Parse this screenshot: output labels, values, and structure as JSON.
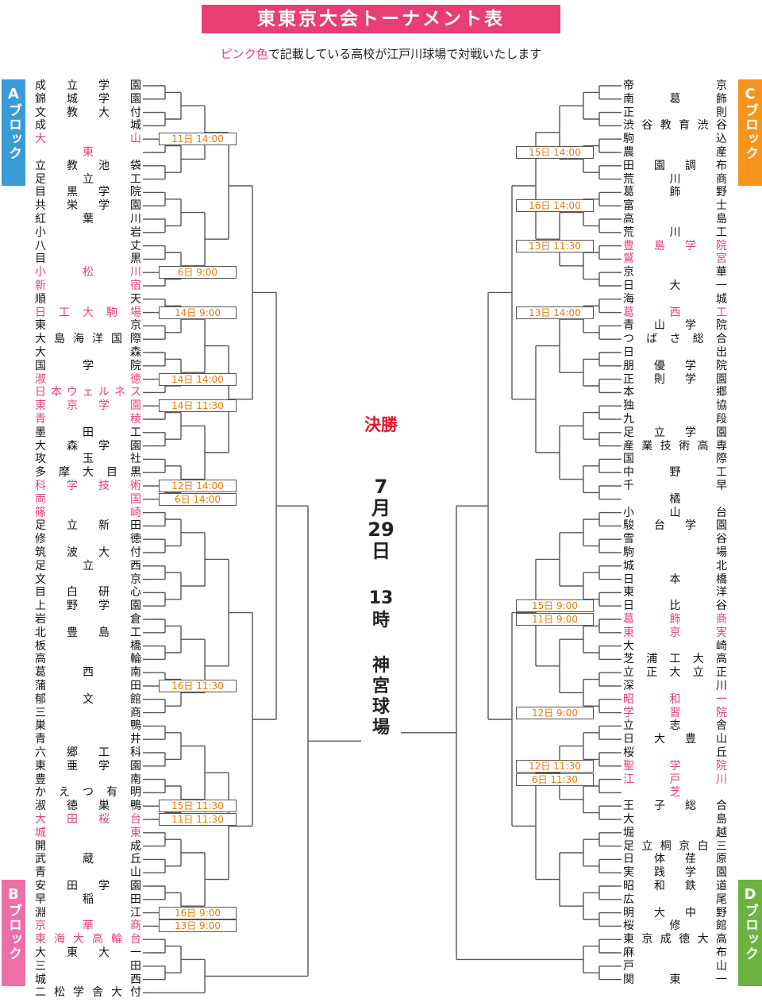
{
  "header": {
    "title": "東東京大会トーナメント表",
    "subtitle_pink": "ピンク色",
    "subtitle_rest": "で記載している高校が江戸川球場で対戦いたします"
  },
  "blocks": {
    "A": {
      "letter": "A",
      "word": "ブロック"
    },
    "B": {
      "letter": "B",
      "word": "ブロック"
    },
    "C": {
      "letter": "C",
      "word": "ブロック"
    },
    "D": {
      "letter": "D",
      "word": "ブロック"
    }
  },
  "final": {
    "label": "決勝",
    "date": [
      "7",
      "月",
      "29",
      "日"
    ],
    "time": [
      "13",
      "時"
    ],
    "venue": [
      "神",
      "宮",
      "球",
      "場"
    ]
  },
  "colors": {
    "accent": "#e83e73",
    "time": "#f07800",
    "blockA": "#3a9bd9",
    "blockB": "#ee6fa8",
    "blockC": "#f7941d",
    "blockD": "#6db33f"
  },
  "left_teams": [
    {
      "name": "成立学園",
      "pink": false
    },
    {
      "name": "錦城学園",
      "pink": false
    },
    {
      "name": "文教大付",
      "pink": false
    },
    {
      "name": "成城",
      "pink": false
    },
    {
      "name": "大山",
      "pink": true
    },
    {
      "name": "東",
      "pink": true
    },
    {
      "name": "立教池袋",
      "pink": false
    },
    {
      "name": "足立工",
      "pink": false
    },
    {
      "name": "目黒学院",
      "pink": false
    },
    {
      "name": "共栄学園",
      "pink": false
    },
    {
      "name": "紅葉川",
      "pink": false
    },
    {
      "name": "小岩",
      "pink": false
    },
    {
      "name": "八丈",
      "pink": false
    },
    {
      "name": "目黒",
      "pink": false
    },
    {
      "name": "小松川",
      "pink": true
    },
    {
      "name": "新宿",
      "pink": true
    },
    {
      "name": "順天",
      "pink": false
    },
    {
      "name": "日工大駒場",
      "pink": true
    },
    {
      "name": "東京",
      "pink": false
    },
    {
      "name": "大島海洋国際",
      "pink": false
    },
    {
      "name": "大森",
      "pink": false
    },
    {
      "name": "国学院",
      "pink": false
    },
    {
      "name": "淑徳",
      "pink": true
    },
    {
      "name": "日本ウェルネス",
      "pink": true
    },
    {
      "name": "東京学園",
      "pink": true
    },
    {
      "name": "青稜",
      "pink": true
    },
    {
      "name": "墨田工",
      "pink": false
    },
    {
      "name": "大森学園",
      "pink": false
    },
    {
      "name": "攻玉社",
      "pink": false
    },
    {
      "name": "多摩大目黒",
      "pink": false
    },
    {
      "name": "科学技術",
      "pink": true
    },
    {
      "name": "両国",
      "pink": true
    },
    {
      "name": "篠崎",
      "pink": true
    },
    {
      "name": "足立新田",
      "pink": false
    },
    {
      "name": "修徳",
      "pink": false
    },
    {
      "name": "筑波大付",
      "pink": false
    },
    {
      "name": "足立西",
      "pink": false
    },
    {
      "name": "文京",
      "pink": false
    },
    {
      "name": "目白研心",
      "pink": false
    },
    {
      "name": "上野学園",
      "pink": false
    },
    {
      "name": "岩倉",
      "pink": false
    },
    {
      "name": "北豊島工",
      "pink": false
    },
    {
      "name": "板橋",
      "pink": false
    },
    {
      "name": "高輪",
      "pink": false
    },
    {
      "name": "葛西南",
      "pink": false
    },
    {
      "name": "蒲田",
      "pink": false
    },
    {
      "name": "郁文館",
      "pink": false
    },
    {
      "name": "三商",
      "pink": false
    },
    {
      "name": "巣鴨",
      "pink": false
    },
    {
      "name": "青井",
      "pink": false
    },
    {
      "name": "六郷工科",
      "pink": false
    },
    {
      "name": "東亜学園",
      "pink": false
    },
    {
      "name": "豊南",
      "pink": false
    },
    {
      "name": "かえつ有明",
      "pink": false
    },
    {
      "name": "淑徳巣鴨",
      "pink": false
    },
    {
      "name": "大田桜台",
      "pink": true
    },
    {
      "name": "城東",
      "pink": true
    },
    {
      "name": "開成",
      "pink": false
    },
    {
      "name": "武蔵丘",
      "pink": false
    },
    {
      "name": "青山",
      "pink": false
    },
    {
      "name": "安田学園",
      "pink": false
    },
    {
      "name": "早稲田",
      "pink": false
    },
    {
      "name": "淵江",
      "pink": false
    },
    {
      "name": "京華商",
      "pink": true
    },
    {
      "name": "東海大高輪台",
      "pink": true
    },
    {
      "name": "大東大一",
      "pink": false
    },
    {
      "name": "三田",
      "pink": false
    },
    {
      "name": "城西",
      "pink": false
    },
    {
      "name": "二松学舎大付",
      "pink": false
    }
  ],
  "right_teams": [
    {
      "name": "帝京",
      "pink": false
    },
    {
      "name": "南葛飾",
      "pink": false
    },
    {
      "name": "正則",
      "pink": false
    },
    {
      "name": "渋谷教育渋谷",
      "pink": false
    },
    {
      "name": "駒込",
      "pink": false
    },
    {
      "name": "農産",
      "pink": false
    },
    {
      "name": "田園調布",
      "pink": false
    },
    {
      "name": "荒川商",
      "pink": false
    },
    {
      "name": "葛飾野",
      "pink": false
    },
    {
      "name": "富士",
      "pink": false
    },
    {
      "name": "高島",
      "pink": false
    },
    {
      "name": "荒川工",
      "pink": false
    },
    {
      "name": "豊島学院",
      "pink": true
    },
    {
      "name": "鷲宮",
      "pink": true
    },
    {
      "name": "京華",
      "pink": false
    },
    {
      "name": "日大一",
      "pink": false
    },
    {
      "name": "海城",
      "pink": false
    },
    {
      "name": "葛西工",
      "pink": true
    },
    {
      "name": "青山学院",
      "pink": false
    },
    {
      "name": "つばさ総合",
      "pink": false
    },
    {
      "name": "日出",
      "pink": false
    },
    {
      "name": "朋優学院",
      "pink": false
    },
    {
      "name": "正則学園",
      "pink": false
    },
    {
      "name": "本郷",
      "pink": false
    },
    {
      "name": "独協",
      "pink": false
    },
    {
      "name": "九段",
      "pink": false
    },
    {
      "name": "足立学園",
      "pink": false
    },
    {
      "name": "産業技術高専",
      "pink": false
    },
    {
      "name": "国際",
      "pink": false
    },
    {
      "name": "中野工",
      "pink": false
    },
    {
      "name": "千早",
      "pink": false
    },
    {
      "name": "橘",
      "pink": false
    },
    {
      "name": "小山台",
      "pink": false
    },
    {
      "name": "駿台学園",
      "pink": false
    },
    {
      "name": "雪谷",
      "pink": false
    },
    {
      "name": "駒場",
      "pink": false
    },
    {
      "name": "城北",
      "pink": false
    },
    {
      "name": "日本橋",
      "pink": false
    },
    {
      "name": "東洋",
      "pink": false
    },
    {
      "name": "日比谷",
      "pink": false
    },
    {
      "name": "葛飾商",
      "pink": true
    },
    {
      "name": "東京実",
      "pink": true
    },
    {
      "name": "大崎",
      "pink": false
    },
    {
      "name": "芝浦工大高",
      "pink": false
    },
    {
      "name": "立正大立正",
      "pink": false
    },
    {
      "name": "深川",
      "pink": false
    },
    {
      "name": "昭和一",
      "pink": true
    },
    {
      "name": "学習院",
      "pink": true
    },
    {
      "name": "立志舎",
      "pink": false
    },
    {
      "name": "日大豊山",
      "pink": false
    },
    {
      "name": "桜丘",
      "pink": false
    },
    {
      "name": "聖学院",
      "pink": true
    },
    {
      "name": "江戸川",
      "pink": true
    },
    {
      "name": "芝",
      "pink": true
    },
    {
      "name": "王子総合",
      "pink": false
    },
    {
      "name": "大島",
      "pink": false
    },
    {
      "name": "堀越",
      "pink": false
    },
    {
      "name": "足立桐京白三",
      "pink": false
    },
    {
      "name": "日体荏原",
      "pink": false
    },
    {
      "name": "実践学園",
      "pink": false
    },
    {
      "name": "昭和鉄道",
      "pink": false
    },
    {
      "name": "広尾",
      "pink": false
    },
    {
      "name": "明大中野",
      "pink": false
    },
    {
      "name": "桜修館",
      "pink": false
    },
    {
      "name": "東京成徳大高",
      "pink": false
    },
    {
      "name": "麻布",
      "pink": false
    },
    {
      "name": "戸山",
      "pink": false
    },
    {
      "name": "関東一",
      "pink": false
    }
  ],
  "left_times": [
    {
      "row": 4,
      "label": "11日 14:00"
    },
    {
      "row": 14,
      "label": "6日 9:00"
    },
    {
      "row": 17,
      "label": "14日 9:00"
    },
    {
      "row": 22,
      "label": "14日 14:00"
    },
    {
      "row": 24,
      "label": "14日 11:30"
    },
    {
      "row": 30,
      "label": "12日 14:00"
    },
    {
      "row": 31,
      "label": "6日 14:00"
    },
    {
      "row": 45,
      "label": "16日 11:30"
    },
    {
      "row": 54,
      "label": "15日 11:30"
    },
    {
      "row": 55,
      "label": "11日 11:30"
    },
    {
      "row": 62,
      "label": "16日 9:00"
    },
    {
      "row": 63,
      "label": "13日 9:00"
    }
  ],
  "right_times": [
    {
      "row": 5,
      "label": "15日 14:00"
    },
    {
      "row": 9,
      "label": "16日 14:00"
    },
    {
      "row": 12,
      "label": "13日 11:30"
    },
    {
      "row": 17,
      "label": "13日 14:00"
    },
    {
      "row": 39,
      "label": "15日 9:00"
    },
    {
      "row": 40,
      "label": "11日 9:00"
    },
    {
      "row": 47,
      "label": "12日 9:00"
    },
    {
      "row": 51,
      "label": "12日 11:30"
    },
    {
      "row": 52,
      "label": "6日 11:30"
    }
  ]
}
